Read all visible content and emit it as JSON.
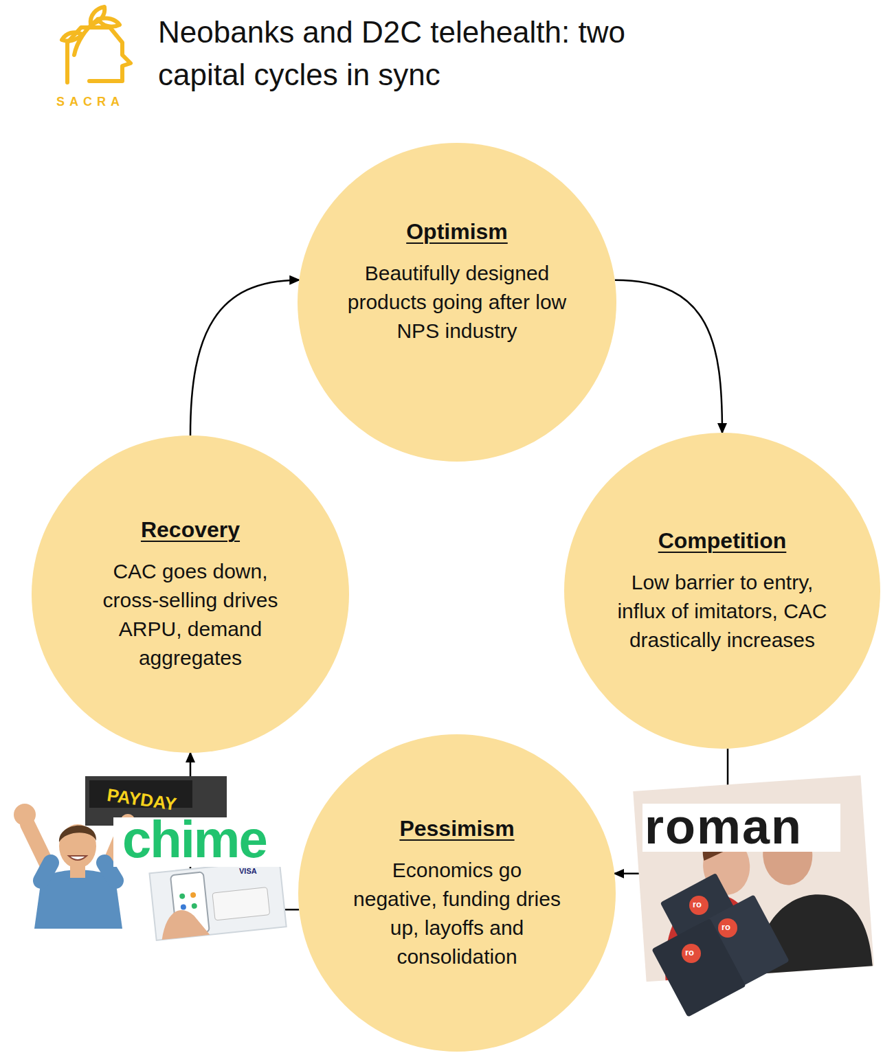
{
  "diagram": {
    "title": "Neobanks and D2C telehealth: two capital cycles in sync",
    "nodes": [
      {
        "text": [
          "Optimism",
          "Beautifully designed products going after low NPS industry"
        ]
      },
      {
        "text": [
          "Competition",
          "Low barrier to entry, influx of imitators, CAC drastically increases"
        ]
      },
      {
        "text": [
          "Pessimism",
          "Economics go negative, funding dries up, layoffs and consolidation"
        ]
      },
      {
        "text": [
          "Recovery",
          "CAC goes down, cross-selling drives ARPU, demand aggregates"
        ]
      }
    ],
    "edges": [
      {
        "from": 0,
        "to": 1,
        "arrow": "to"
      },
      {
        "from": 1,
        "to": 2,
        "arrow": "to"
      },
      {
        "from": 2,
        "to": 3,
        "arrow": "to"
      },
      {
        "from": 3,
        "to": 0,
        "arrow": "to"
      }
    ],
    "labels": [
      "SACRA",
      "PAYDAY",
      "chime",
      "VISA",
      "roman",
      "ro",
      "ro",
      "ro"
    ]
  }
}
